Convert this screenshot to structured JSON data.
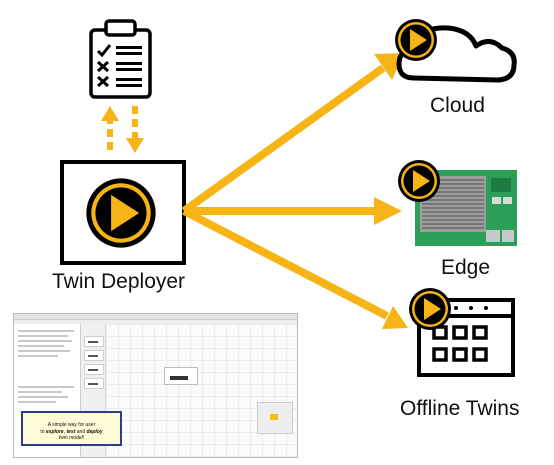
{
  "labels": {
    "twin_deployer": "Twin Deployer",
    "cloud": "Cloud",
    "edge": "Edge",
    "offline_twins": "Offline Twins"
  },
  "callout": {
    "line1": "A simple way for user",
    "to": "to ",
    "explore": "explore",
    "sep1": ", ",
    "test": "test",
    "and": " and ",
    "deploy": "deploy",
    "line3": "twin model!"
  },
  "colors": {
    "accent": "#F7B416",
    "icon_dark": "#000000",
    "board_green": "#2B9E57",
    "callout_border": "#2E3A8C",
    "callout_bg": "#FFFBD6"
  },
  "icons": [
    "clipboard-checklist-icon",
    "play-icon",
    "cloud-icon",
    "edge-board-icon",
    "offline-window-icon"
  ]
}
